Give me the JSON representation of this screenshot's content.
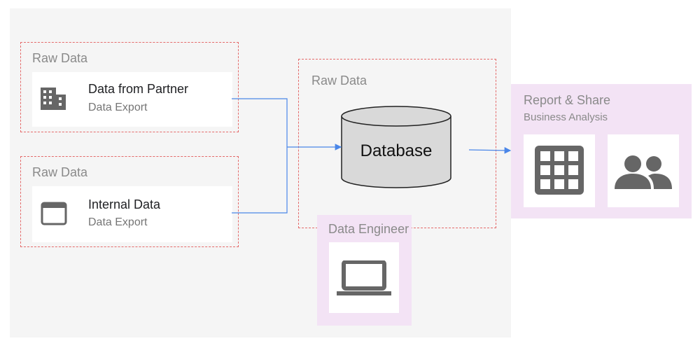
{
  "partner_group": {
    "title": "Raw Data",
    "card_title": "Data from Partner",
    "card_sub": "Data Export",
    "icon": "building-icon"
  },
  "internal_group": {
    "title": "Raw Data",
    "card_title": "Internal Data",
    "card_sub": "Data Export",
    "icon": "window-icon"
  },
  "database_group": {
    "title": "Raw Data",
    "database_label": "Database"
  },
  "engineer_panel": {
    "title": "Data Engineer",
    "icon": "laptop-icon"
  },
  "report_panel": {
    "title": "Report & Share",
    "subtitle": "Business Analysis",
    "icons": [
      "spreadsheet-grid-icon",
      "people-icon"
    ]
  },
  "colors": {
    "dashed_border": "#e46a6a",
    "connector": "#4a86e8",
    "panel_bg": "#f3e3f5",
    "icon_gray": "#666666"
  }
}
